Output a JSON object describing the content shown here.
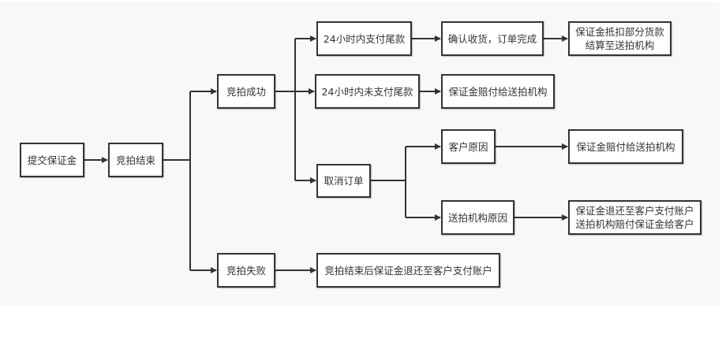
{
  "nodes": {
    "submit_deposit": "提交保证金",
    "auction_end": "竞拍结束",
    "auction_success": "竞拍成功",
    "auction_fail": "竞拍失败",
    "pay_within_24h": "24小时内支付尾款",
    "unpaid_within_24h": "24小时内未支付尾款",
    "cancel_order": "取消订单",
    "confirm_receipt": "确认收货，订单完成",
    "deduct_line1": "保证金抵扣部分货款",
    "deduct_line2": "结算至送拍机构",
    "compensate_agency_1": "保证金赔付给送拍机构",
    "customer_reason": "客户原因",
    "compensate_agency_2": "保证金赔付给送拍机构",
    "agency_reason": "送拍机构原因",
    "refund_line1": "保证金退还至客户支付账户",
    "refund_line2": "送拍机构赔付保证金给客户",
    "refund_after_end": "竞拍结束后保证金退还至客户支付账户"
  }
}
